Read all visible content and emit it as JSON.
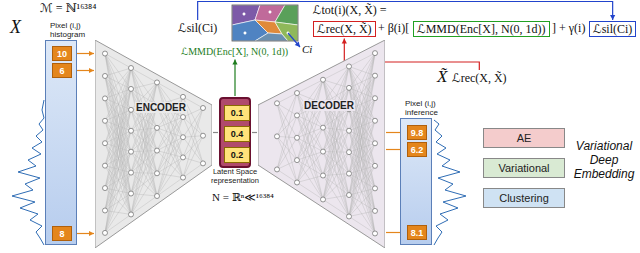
{
  "diagram": {
    "nodes": [
      {
        "text": [
          "Pixel (i,j) histogram"
        ]
      },
      {
        "text": [
          "10"
        ],
        "in": 0
      },
      {
        "text": [
          "6"
        ],
        "in": 0
      },
      {
        "text": [
          "8"
        ],
        "in": 0
      },
      {
        "text": [
          "ENCODER"
        ]
      },
      {
        "text": [
          "Latent Space representation"
        ]
      },
      {
        "text": [
          "0.1"
        ],
        "in": 5
      },
      {
        "text": [
          "0.4"
        ],
        "in": 5
      },
      {
        "text": [
          "0.2"
        ],
        "in": 5
      },
      {
        "text": [
          "DECODER"
        ]
      },
      {
        "text": [
          "Pixel (i,j) inference"
        ]
      },
      {
        "text": [
          "9.8"
        ],
        "in": 10
      },
      {
        "text": [
          "6.2"
        ],
        "in": 10
      },
      {
        "text": [
          "8.1"
        ],
        "in": 10
      },
      {
        "text": [
          "ℒrec(X, X̃)"
        ]
      },
      {
        "text": [
          "ℒMMD(Enc[X], N(0, 1d))"
        ]
      },
      {
        "text": [
          "ℒsil(Ci)"
        ]
      }
    ],
    "edges": [
      {
        "from": 1,
        "to": 4,
        "arrow": "to"
      },
      {
        "from": 2,
        "to": 4,
        "arrow": "to"
      },
      {
        "from": 3,
        "to": 4,
        "arrow": "to"
      },
      {
        "from": 4,
        "to": 5,
        "arrow": "none"
      },
      {
        "from": 5,
        "to": 9,
        "arrow": "none"
      },
      {
        "from": 9,
        "to": 11,
        "arrow": "to"
      },
      {
        "from": 9,
        "to": 12,
        "arrow": "to"
      },
      {
        "from": 9,
        "to": 13,
        "arrow": "to"
      }
    ],
    "labels": [
      "ℳ = ℕ¹⁶³⁸⁴",
      "X",
      "ℒsil(Ci)",
      "Ci",
      "ℒtot(i)(X, X̃) =",
      "+ β(i)[",
      "] + γ(i)",
      "ℒMMD(Enc[X], N(0, 1d))",
      "N = ℝⁿ≪¹⁶³⁸⁴",
      "X̃",
      "ℒrec(X, X̃)",
      "Variational Deep Embedding"
    ],
    "legend": [
      {
        "text": "AE",
        "color": "#f4cccc"
      },
      {
        "text": "Variational",
        "color": "#d9ead3"
      },
      {
        "text": "Clustering",
        "color": "#cfe2f3"
      }
    ]
  }
}
